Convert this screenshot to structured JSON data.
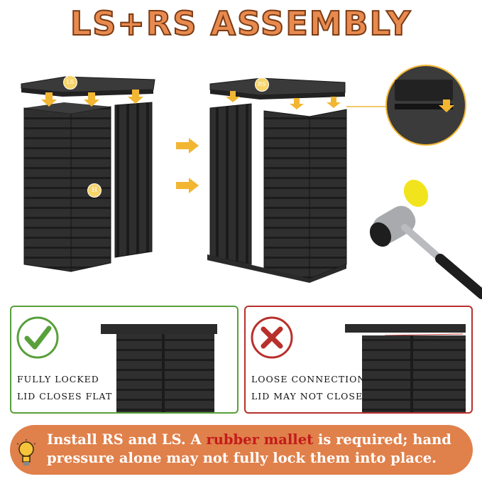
{
  "title": "LS+RS ASSEMBLY",
  "labels": {
    "ls": "LS",
    "rs": "RS",
    "h": "H"
  },
  "good_panel": {
    "line1": "FULLY LOCKED",
    "line2": "LID CLOSES FLAT",
    "icon": "check-icon",
    "color": "#58a03a"
  },
  "bad_panel": {
    "line1": "LOOSE CONNECTION",
    "line2": "LID MAY NOT CLOSE",
    "icon": "x-icon",
    "color": "#b8302c"
  },
  "banner": {
    "before": "Install RS and LS. A ",
    "highlight": "rubber mallet",
    "after": " is required; hand pressure alone may not fully lock them into place.",
    "icon": "lightbulb-icon",
    "bg_color": "#e0804a",
    "highlight_color": "#c31b1b"
  },
  "colors": {
    "title": "#e88a4f",
    "arrow": "#f2b632",
    "product": "#2e2e2e"
  }
}
